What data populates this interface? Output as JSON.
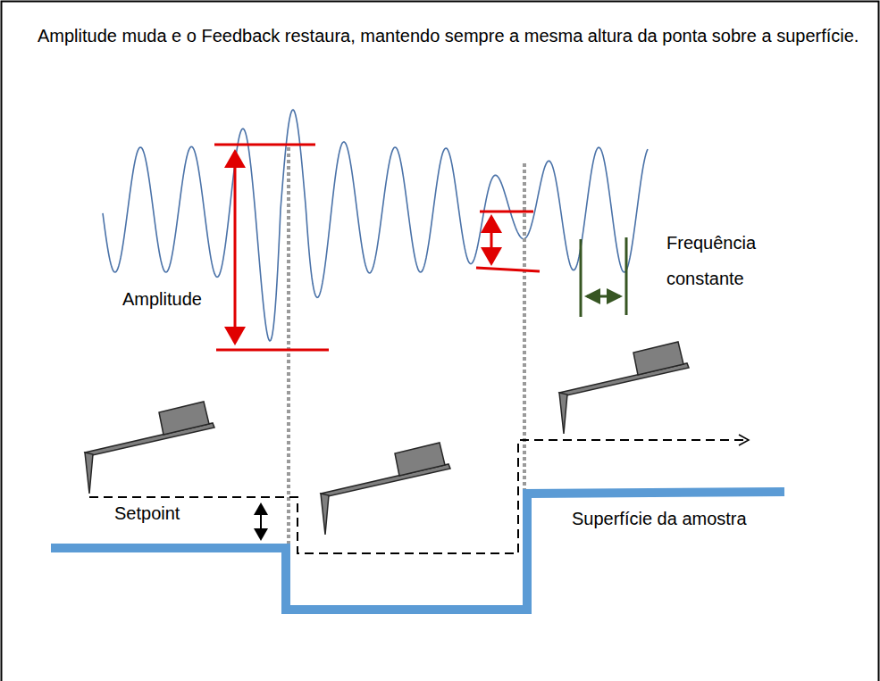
{
  "diagram": {
    "title": "Amplitude muda e o Feedback restaura, mantendo sempre a mesma altura da ponta sobre a superfície.",
    "labels": [
      "Amplitude",
      "Frequência constante",
      "Setpoint",
      "Superfície da amostra"
    ]
  }
}
